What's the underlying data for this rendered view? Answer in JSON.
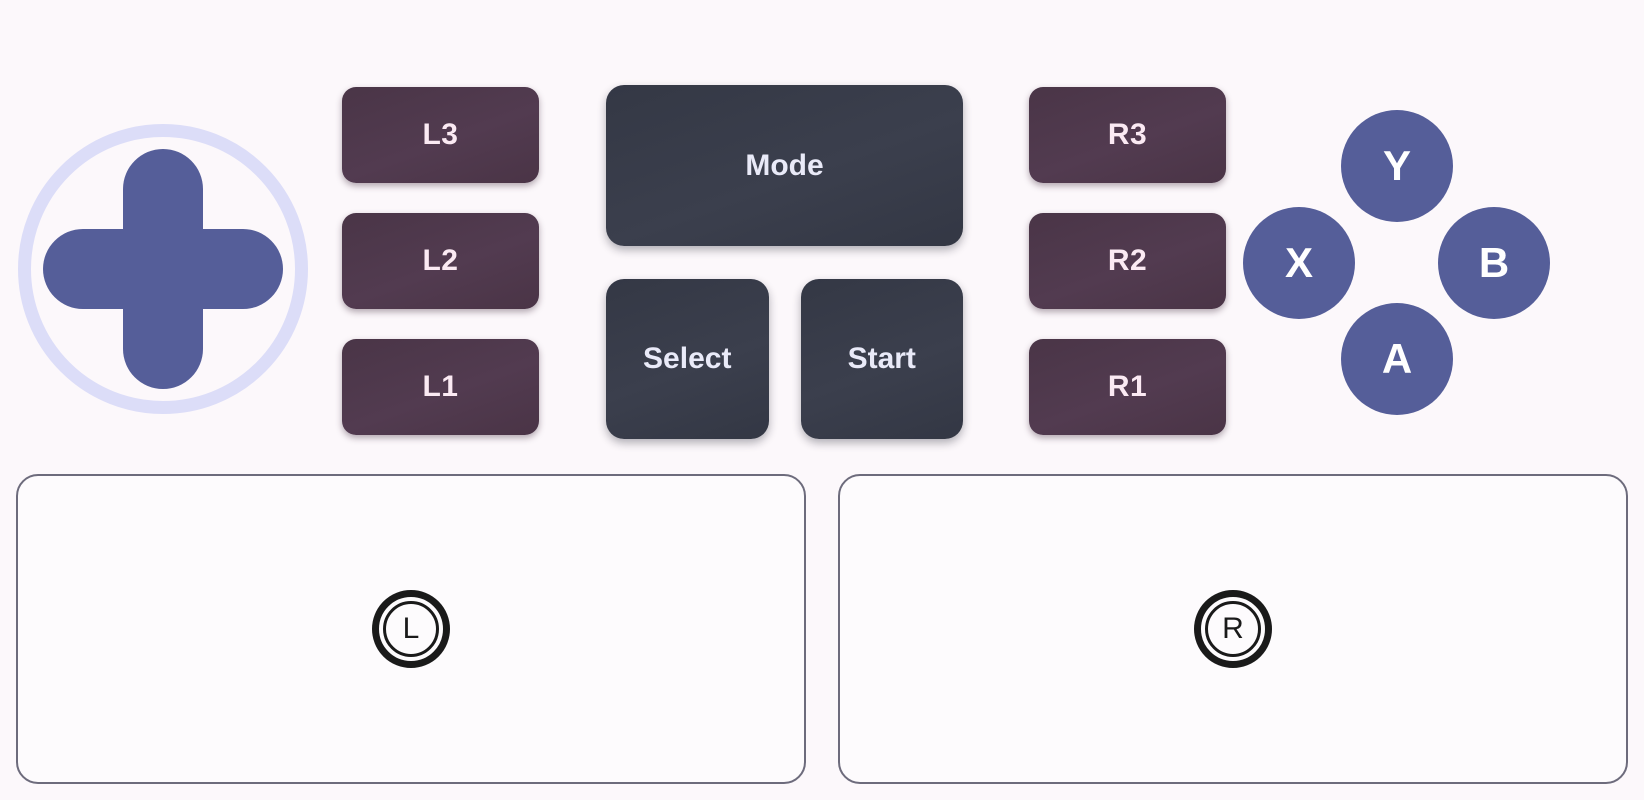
{
  "background_color": "#fcf8fb",
  "dpad": {
    "name": "D-Pad",
    "ring_color": "#dcddf8",
    "cross_color": "#555e99"
  },
  "left_triggers": {
    "buttons": [
      {
        "label": "L3"
      },
      {
        "label": "L2"
      },
      {
        "label": "L1"
      }
    ],
    "color": "#4a3547",
    "text_color": "#fbeaf3"
  },
  "right_triggers": {
    "buttons": [
      {
        "label": "R3"
      },
      {
        "label": "R2"
      },
      {
        "label": "R1"
      }
    ],
    "color": "#4a3547",
    "text_color": "#fbeaf3"
  },
  "center": {
    "mode_label": "Mode",
    "select_label": "Select",
    "start_label": "Start",
    "color": "#343845",
    "text_color": "#e9eaf8"
  },
  "face_buttons": {
    "color": "#555e99",
    "text_color": "#ffffff",
    "top": {
      "label": "Y"
    },
    "left": {
      "label": "X"
    },
    "right": {
      "label": "B"
    },
    "bottom": {
      "label": "A"
    }
  },
  "stick_pads": {
    "border_color": "#6d6b7c",
    "left": {
      "label": "L"
    },
    "right": {
      "label": "R"
    }
  }
}
